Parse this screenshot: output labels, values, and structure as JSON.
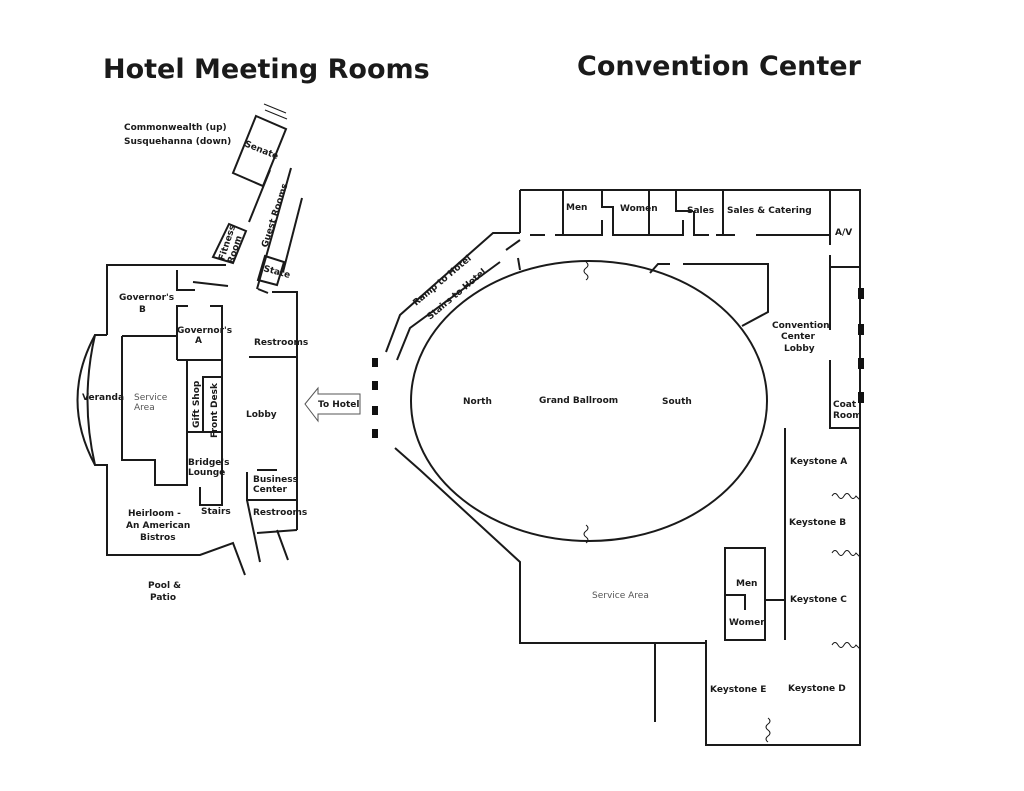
{
  "titles": {
    "hotel": "Hotel Meeting Rooms",
    "convention": "Convention Center"
  },
  "hotel": {
    "commonwealth": "Commonwealth (up)",
    "susquehanna": "Susquehanna (down)",
    "senate": "Senate",
    "guest_rooms": "Guest Rooms",
    "fitness_1": "Fitness",
    "fitness_2": "Room",
    "state": "State",
    "governors_b_1": "Governor's",
    "governors_b_2": "B",
    "governors_a_1": "Governor's",
    "governors_a_2": "A",
    "restrooms_top": "Restrooms",
    "veranda": "Veranda",
    "service_area_1": "Service",
    "service_area_2": "Area",
    "gift_shop": "Gift Shop",
    "front_desk": "Front Desk",
    "lobby": "Lobby",
    "bridges_1": "Bridge's",
    "bridges_2": "Lounge",
    "business_1": "Business",
    "business_2": "Center",
    "stairs": "Stairs",
    "restrooms_bottom": "Restrooms",
    "heirloom_1": "Heirloom -",
    "heirloom_2": "An American",
    "heirloom_3": "Bistros",
    "pool_1": "Pool &",
    "pool_2": "Patio",
    "to_hotel": "To Hotel"
  },
  "convention": {
    "men_top": "Men",
    "women_top": "Women",
    "sales": "Sales",
    "sales_catering": "Sales & Catering",
    "av": "A/V",
    "ramp": "Ramp to Hotel",
    "stairs": "Stairs to Hotel",
    "lobby_1": "Convention",
    "lobby_2": "Center",
    "lobby_3": "Lobby",
    "north": "North",
    "grand_ballroom": "Grand Ballroom",
    "south": "South",
    "coat_1": "Coat",
    "coat_2": "Room",
    "keystone_a": "Keystone A",
    "keystone_b": "Keystone B",
    "keystone_c": "Keystone C",
    "keystone_d": "Keystone D",
    "keystone_e": "Keystone E",
    "men_bottom": "Men",
    "women_bottom": "Women",
    "service_area": "Service Area"
  }
}
